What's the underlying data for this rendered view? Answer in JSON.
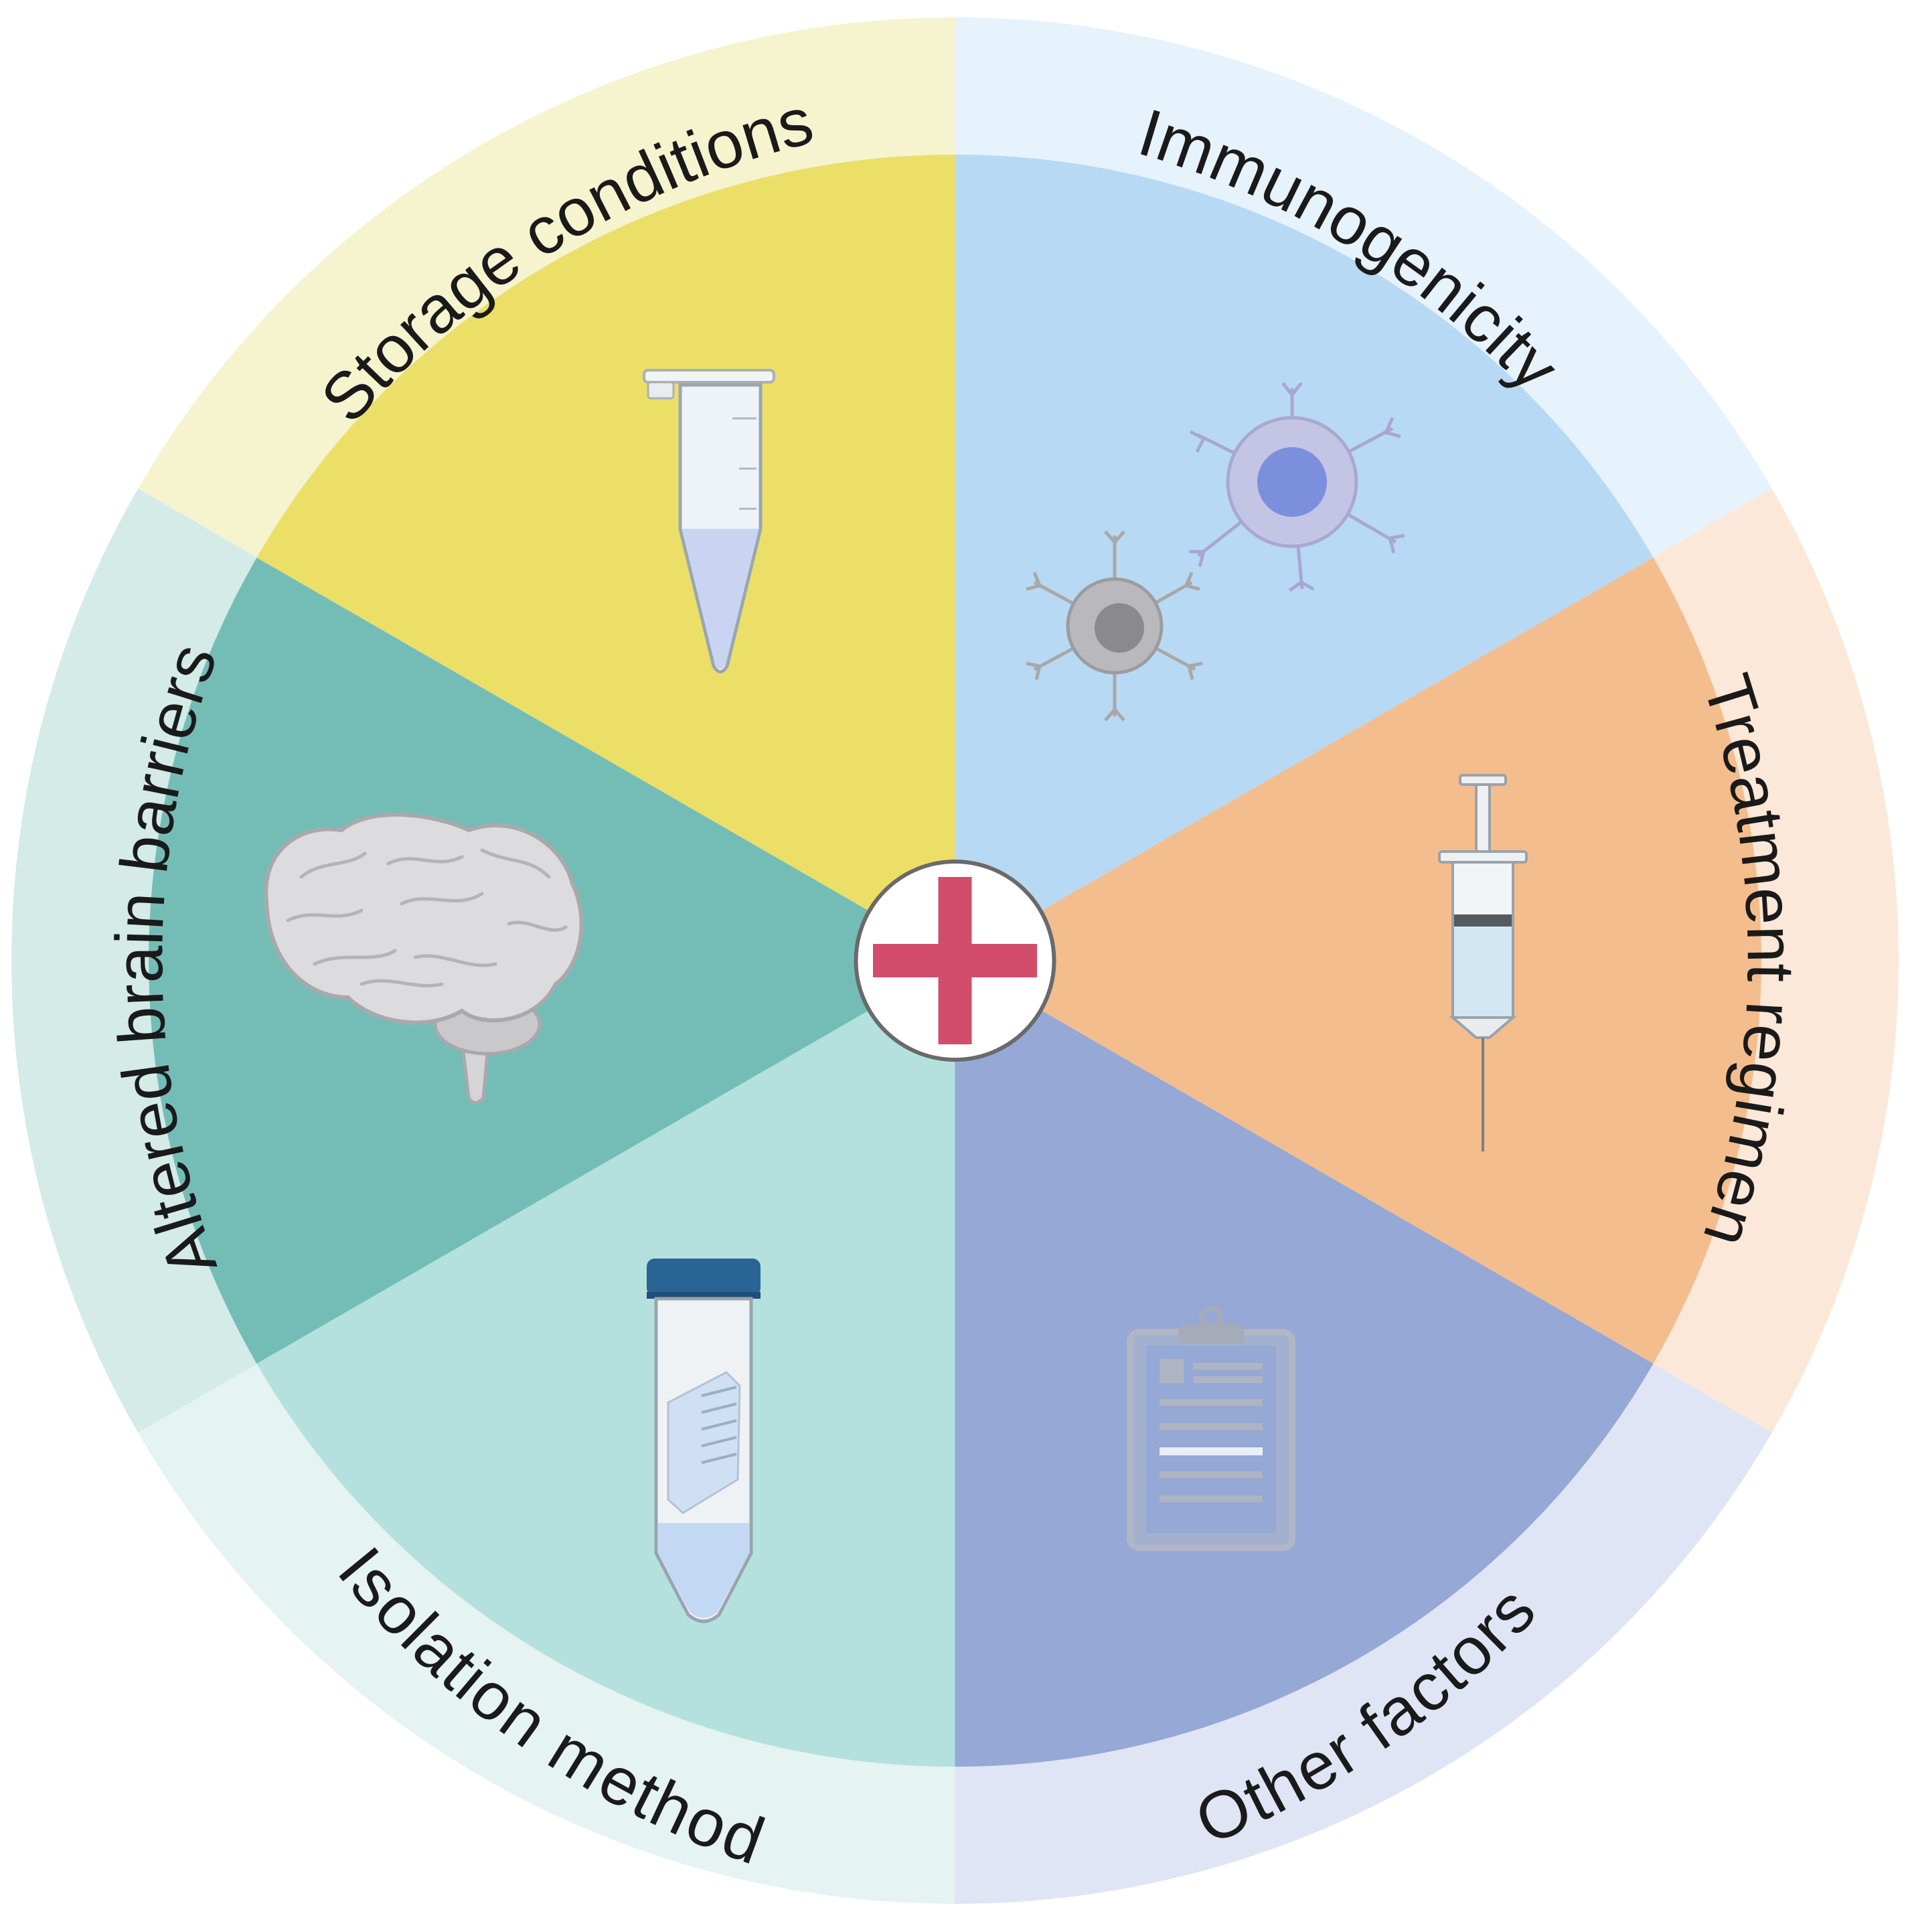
{
  "segments": [
    {
      "id": "storage",
      "label": "Storage conditions",
      "icon": "microcentrifuge-tube-icon",
      "inner_color": "#ebdf68",
      "outer_color": "#f6f3cf"
    },
    {
      "id": "immuno",
      "label": "Immunogenicity",
      "icon": "immune-cells-icon",
      "inner_color": "#b8d9f3",
      "outer_color": "#e6f2fc"
    },
    {
      "id": "treatment",
      "label": "Treatment regimen",
      "icon": "syringe-icon",
      "inner_color": "#f4bd8e",
      "outer_color": "#fbe8d8"
    },
    {
      "id": "other",
      "label": "Other factors",
      "icon": "clipboard-icon",
      "inner_color": "#95a8d6",
      "outer_color": "#dfe5f4"
    },
    {
      "id": "isolation",
      "label": "Isolation method",
      "icon": "conical-tube-icon",
      "inner_color": "#b4e1dd",
      "outer_color": "#e5f3f2"
    },
    {
      "id": "brain",
      "label": "Altered brain barriers",
      "icon": "brain-icon",
      "inner_color": "#74bdb6",
      "outer_color": "#d4ebe8"
    }
  ],
  "center": {
    "icon": "plus-icon",
    "color": "#d24d6a"
  }
}
